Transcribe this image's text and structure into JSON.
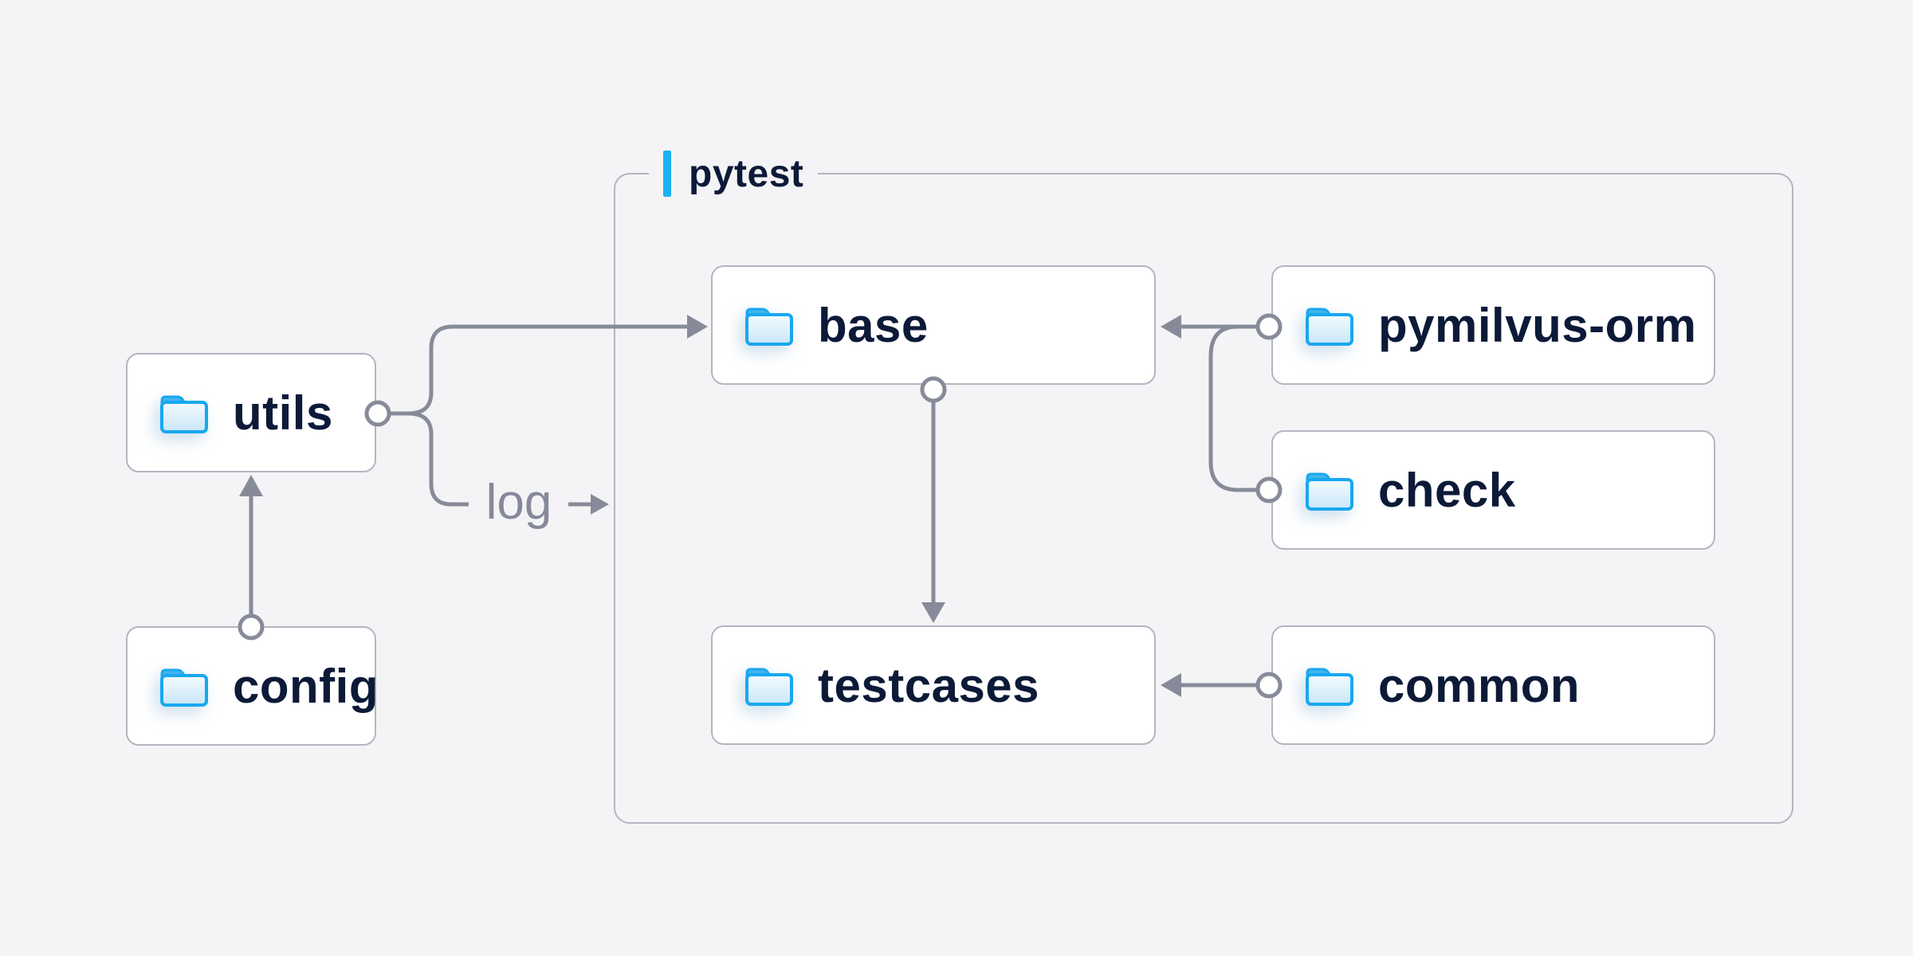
{
  "page": {
    "background_color": "#f4f4f6"
  },
  "diagram": {
    "container": {
      "label": "pytest",
      "accent_color": "#1bb0f2",
      "border_color": "#b3b6c1"
    },
    "nodes": [
      {
        "id": "utils",
        "label": "utils",
        "icon": "folder-icon"
      },
      {
        "id": "config",
        "label": "config",
        "icon": "folder-icon"
      },
      {
        "id": "base",
        "label": "base",
        "icon": "folder-icon"
      },
      {
        "id": "testcases",
        "label": "testcases",
        "icon": "folder-icon"
      },
      {
        "id": "pymilvus-orm",
        "label": "pymilvus-orm",
        "icon": "folder-icon"
      },
      {
        "id": "check",
        "label": "check",
        "icon": "folder-icon"
      },
      {
        "id": "common",
        "label": "common",
        "icon": "folder-icon"
      }
    ],
    "edges": [
      {
        "from": "config",
        "to": "utils",
        "label": ""
      },
      {
        "from": "utils",
        "to": "base",
        "label": ""
      },
      {
        "from": "utils",
        "to": "pytest-container",
        "label": "log"
      },
      {
        "from": "pymilvus-orm",
        "to": "base",
        "label": ""
      },
      {
        "from": "check",
        "to": "base",
        "label": ""
      },
      {
        "from": "base",
        "to": "testcases",
        "label": ""
      },
      {
        "from": "common",
        "to": "testcases",
        "label": ""
      }
    ],
    "colors": {
      "connector": "#878b99",
      "node_background": "#ffffff",
      "node_border": "#b3b6c1",
      "node_text": "#0c1a38",
      "edge_label_text": "#85899a",
      "accent_blue": "#1bb0f2",
      "folder_outline": "#18a8f0",
      "folder_tab": "#44b4ec",
      "folder_body_light": "#f3fafe",
      "folder_body_dark": "#c9e7f8"
    }
  }
}
